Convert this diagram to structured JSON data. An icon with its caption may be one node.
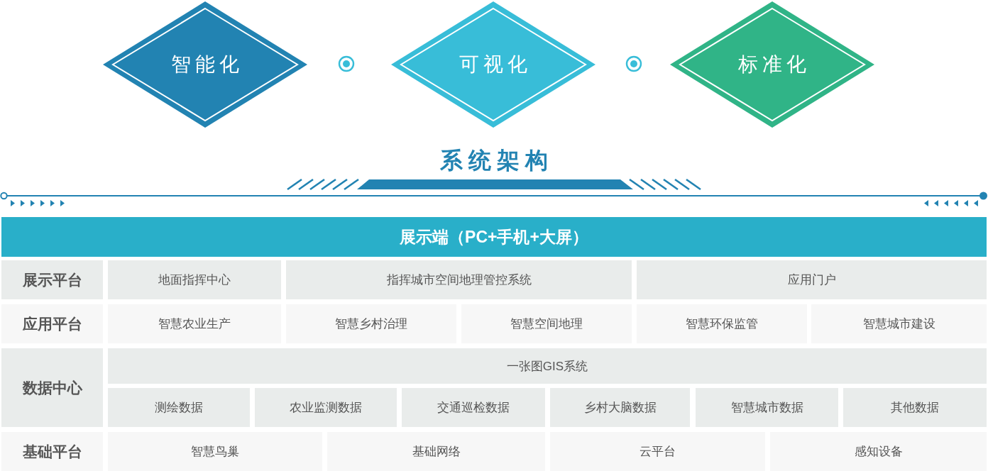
{
  "diagram": {
    "title": "系统架构",
    "nodes": [
      {
        "text": [
          "智能化"
        ]
      },
      {
        "text": [
          "可视化"
        ]
      },
      {
        "text": [
          "标准化"
        ]
      },
      {
        "text": [
          "展示端（PC+手机+大屏）"
        ]
      },
      {
        "text": [
          "展示平台"
        ]
      },
      {
        "text": [
          "地面指挥中心"
        ]
      },
      {
        "text": [
          "指挥城市空间地理管控系统"
        ]
      },
      {
        "text": [
          "应用门户"
        ]
      },
      {
        "text": [
          "应用平台"
        ]
      },
      {
        "text": [
          "智慧农业生产"
        ]
      },
      {
        "text": [
          "智慧乡村治理"
        ]
      },
      {
        "text": [
          "智慧空间地理"
        ]
      },
      {
        "text": [
          "智慧环保监管"
        ]
      },
      {
        "text": [
          "智慧城市建设"
        ]
      },
      {
        "text": [
          "数据中心"
        ]
      },
      {
        "text": [
          "一张图GIS系统"
        ]
      },
      {
        "text": [
          "测绘数据"
        ]
      },
      {
        "text": [
          "农业监测数据"
        ]
      },
      {
        "text": [
          "交通巡检数据"
        ]
      },
      {
        "text": [
          "乡村大脑数据"
        ]
      },
      {
        "text": [
          "智慧城市数据"
        ]
      },
      {
        "text": [
          "其他数据"
        ]
      },
      {
        "text": [
          "基础平台"
        ]
      },
      {
        "text": [
          "智慧鸟巢"
        ]
      },
      {
        "text": [
          "基础网络"
        ]
      },
      {
        "text": [
          "云平台"
        ]
      },
      {
        "text": [
          "感知设备"
        ]
      }
    ]
  }
}
